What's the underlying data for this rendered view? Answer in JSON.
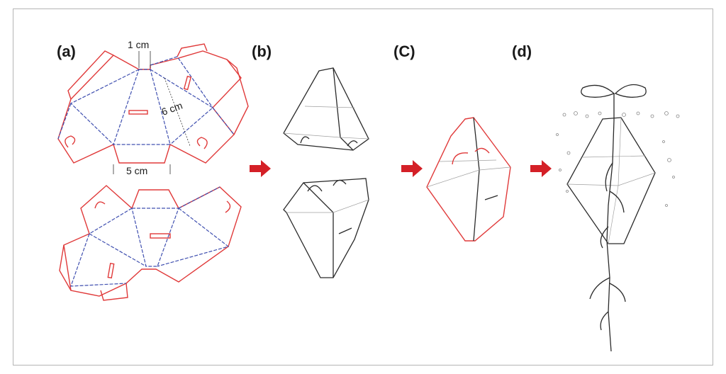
{
  "panels": {
    "a": {
      "label": "(a)"
    },
    "b": {
      "label": "(b)"
    },
    "c": {
      "label": "(C)"
    },
    "d": {
      "label": "(d)"
    }
  },
  "dimensions": {
    "top_width": "1 cm",
    "slant_height": "6 cm",
    "base_width": "5 cm"
  },
  "colors": {
    "cut_line": "#e03a3a",
    "fold_line": "#4050b0",
    "arrow": "#d42027",
    "drawing": "#2a2a2a"
  }
}
